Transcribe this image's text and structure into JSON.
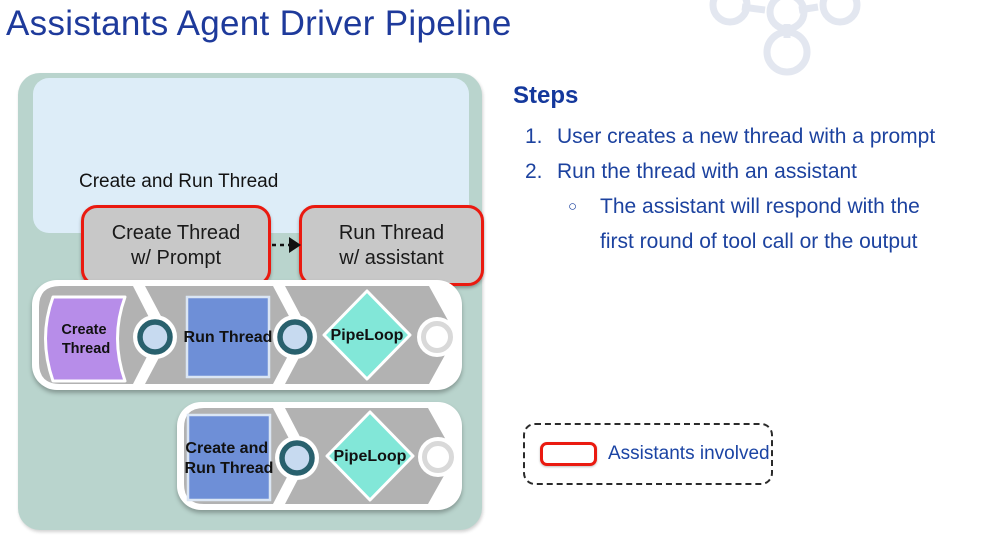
{
  "title": "Assistants Agent Driver Pipeline",
  "diagram": {
    "thread_box": {
      "label": "Create and Run Thread",
      "create_box": {
        "line1": "Create Thread",
        "line2": "w/ Prompt"
      },
      "run_box": {
        "line1": "Run Thread",
        "line2": "w/ assistant"
      }
    },
    "pipeline_row1": {
      "create_thread": {
        "line1": "Create",
        "line2": "Thread"
      },
      "run_thread": "Run Thread",
      "pipeloop": "PipeLoop"
    },
    "pipeline_row2": {
      "create_and_run": {
        "line1": "Create and",
        "line2": "Run Thread"
      },
      "pipeloop": "PipeLoop"
    }
  },
  "steps": {
    "heading": "Steps",
    "item1": {
      "number": "1.",
      "text": "User creates a new thread with a prompt"
    },
    "item2": {
      "number": "2.",
      "text": "Run the thread with an assistant",
      "sub_bullet": "○",
      "sub_text": "The assistant will respond with the first round of tool call or the output"
    }
  },
  "legend": {
    "label": "Assistants involved"
  },
  "colors": {
    "title_blue": "#1e3a9b",
    "steps_blue": "#1c429f",
    "panel_sage": "#b9d4cd",
    "inner_blue": "#ddedf8",
    "assistant_red": "#ea1a10",
    "box_gray": "#c8c8c8",
    "pipeline_gray": "#b2b2b2",
    "purple_shape": "#b78de9",
    "blue_square": "#6e8fd7",
    "aqua_diamond": "#82e7d8",
    "circle_ring": "#28606d",
    "circle_fill": "#c7daf0",
    "end_circle_ring": "#d9d9d9",
    "logo_gray": "#e3e7f0"
  }
}
